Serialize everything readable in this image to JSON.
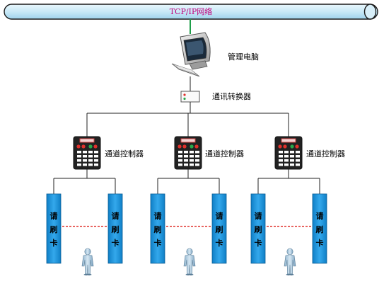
{
  "network": {
    "label": "TCP/IP网络"
  },
  "computer": {
    "label": "管理电脑"
  },
  "converter": {
    "label": "通讯转换器"
  },
  "controllers": [
    {
      "label": "通道控制器"
    },
    {
      "label": "通道控制器"
    },
    {
      "label": "通道控制器"
    }
  ],
  "gates": [
    {
      "left_text": [
        "请",
        "刷",
        "卡"
      ],
      "right_text": [
        "请",
        "刷",
        "卡"
      ]
    },
    {
      "left_text": [
        "请",
        "刷",
        "卡"
      ],
      "right_text": [
        "请",
        "刷",
        "卡"
      ]
    },
    {
      "left_text": [
        "请",
        "刷",
        "卡"
      ],
      "right_text": [
        "请",
        "刷",
        "卡"
      ]
    }
  ],
  "colors": {
    "pipe_fill": "#c9e9f7",
    "pipe_stroke": "#1a1a1a",
    "network_link": "#1f9e4a",
    "pillar": "#1a8fd6",
    "beam": "#e0312c",
    "line": "#222222"
  }
}
